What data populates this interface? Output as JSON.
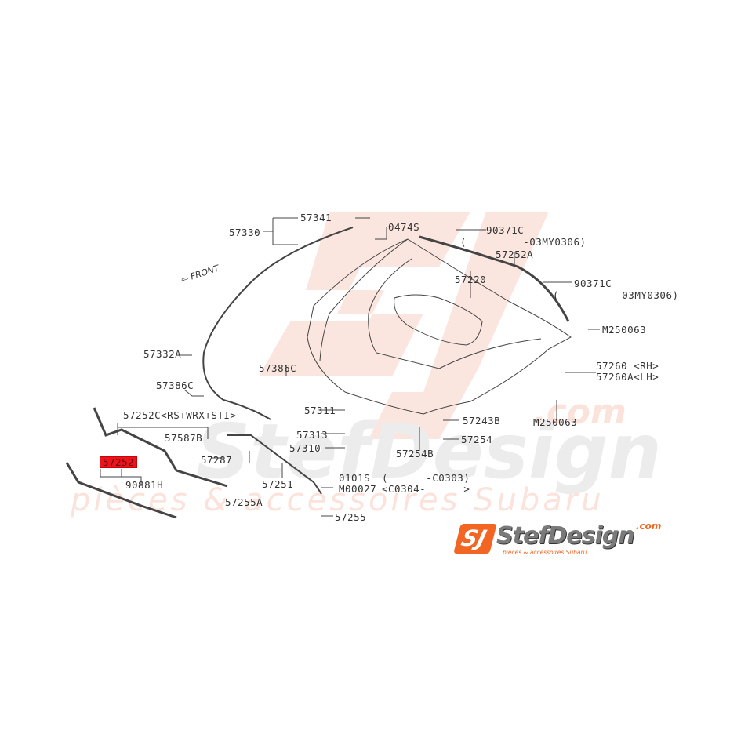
{
  "diagram": {
    "title": "Hood / Bonnet parts diagram",
    "highlight_color": "#e8141e",
    "direction_indicator": "FRONT",
    "parts": [
      {
        "id": "57341",
        "label": "57341"
      },
      {
        "id": "57330",
        "label": "57330"
      },
      {
        "id": "0474S",
        "label": "0474S"
      },
      {
        "id": "90371C_1",
        "label": "90371C",
        "note": "(         -03MY0306)"
      },
      {
        "id": "57252A",
        "label": "57252A"
      },
      {
        "id": "57220",
        "label": "57220"
      },
      {
        "id": "90371C_2",
        "label": "90371C",
        "note": "(         -03MY0306)"
      },
      {
        "id": "M250063_1",
        "label": "M250063"
      },
      {
        "id": "57260",
        "label": "57260 <RH>"
      },
      {
        "id": "57260A",
        "label": "57260A<LH>"
      },
      {
        "id": "M250063_2",
        "label": "M250063"
      },
      {
        "id": "57332A",
        "label": "57332A"
      },
      {
        "id": "57386C_1",
        "label": "57386C"
      },
      {
        "id": "57386C_2",
        "label": "57386C"
      },
      {
        "id": "57252C",
        "label": "57252C<RS+WRX+STI>"
      },
      {
        "id": "57587B",
        "label": "57587B"
      },
      {
        "id": "57252",
        "label": "57252",
        "highlighted": true
      },
      {
        "id": "90881H",
        "label": "90881H"
      },
      {
        "id": "57287",
        "label": "57287"
      },
      {
        "id": "57251",
        "label": "57251"
      },
      {
        "id": "57255A",
        "label": "57255A"
      },
      {
        "id": "57311",
        "label": "57311"
      },
      {
        "id": "57313",
        "label": "57313"
      },
      {
        "id": "57310",
        "label": "57310"
      },
      {
        "id": "0101S",
        "label": "0101S",
        "note": "(      -C0303)"
      },
      {
        "id": "M00027",
        "label": "M00027",
        "note": "<C0304-      >"
      },
      {
        "id": "57255",
        "label": "57255"
      },
      {
        "id": "57243B",
        "label": "57243B"
      },
      {
        "id": "57254",
        "label": "57254"
      },
      {
        "id": "57254B",
        "label": "57254B"
      }
    ]
  },
  "watermark": {
    "brand": "StefDesign",
    "tld": ".com",
    "tagline": "pièces & accessoires Subaru"
  },
  "logo": {
    "badge": "SJ",
    "name": "StefDesign",
    "tld": ".com",
    "tagline": "pièces & accessoires Subaru",
    "accent_color": "#f26522"
  }
}
